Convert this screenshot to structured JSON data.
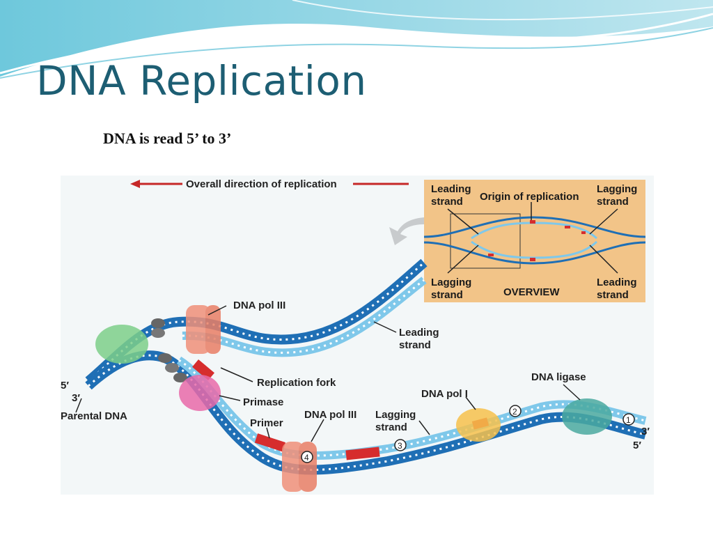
{
  "slide": {
    "title": "DNA Replication",
    "subtitle": "DNA is read 5’ to 3’"
  },
  "diagram": {
    "direction_label": "Overall direction of replication",
    "overview": {
      "leading_strand_tl": "Leading",
      "leading_strand_tl2": "strand",
      "origin": "Origin of replication",
      "lagging_strand_tr": "Lagging",
      "lagging_strand_tr2": "strand",
      "lagging_strand_bl": "Lagging",
      "lagging_strand_bl2": "strand",
      "overview_label": "OVERVIEW",
      "leading_strand_br": "Leading",
      "leading_strand_br2": "strand"
    },
    "labels": {
      "dna_pol_iii_top": "DNA pol III",
      "leading_strand": "Leading",
      "leading_strand2": "strand",
      "replication_fork": "Replication fork",
      "primase": "Primase",
      "parental_dna": "Parental DNA",
      "five_prime_left": "5′",
      "three_prime_left": "3′",
      "primer": "Primer",
      "dna_pol_iii_bottom": "DNA pol III",
      "lagging_strand": "Lagging",
      "lagging_strand2": "strand",
      "dna_pol_i": "DNA pol I",
      "dna_ligase": "DNA ligase",
      "three_prime_right": "3′",
      "five_prime_right": "5′"
    },
    "steps": [
      "1",
      "2",
      "3",
      "4"
    ],
    "colors": {
      "parental_strand": "#1f6fb5",
      "new_strand": "#7fc8ea",
      "primer": "#d62d2d",
      "overview_bg": "#f2c488",
      "direction_arrow": "#c62828",
      "helicase": "#7ccf8a",
      "primase_protein": "#e86aa9",
      "polymerase": "#f0907a",
      "pol_i": "#f6c14c",
      "ligase": "#4aa9a0"
    }
  }
}
